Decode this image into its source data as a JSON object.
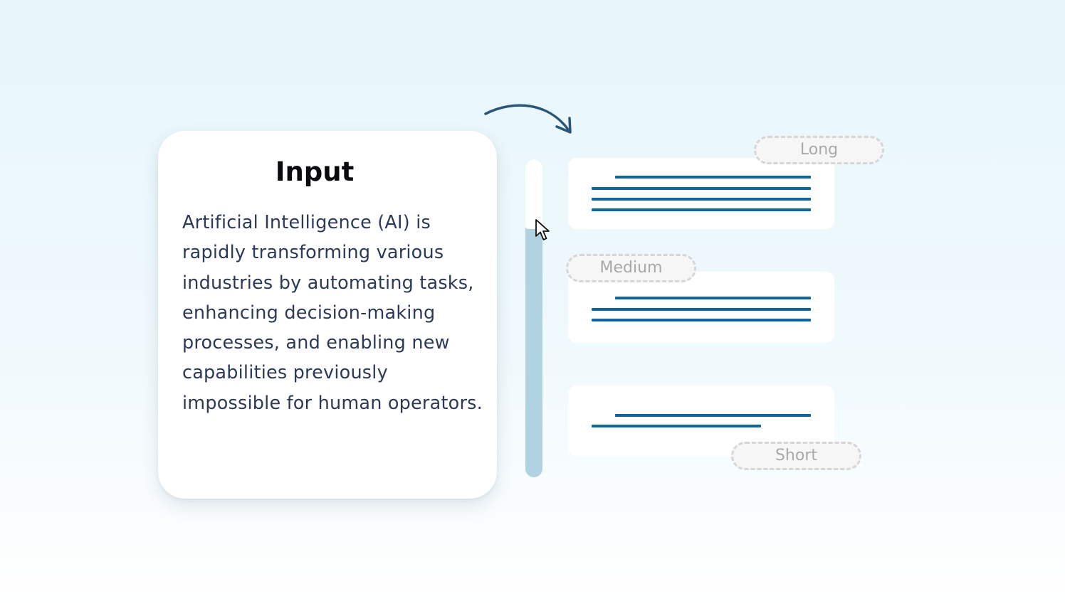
{
  "input": {
    "title": "Input",
    "text": "Artificial Intelligence (AI) is rapidly transforming various industries by automating tasks, enhancing decision-making processes, and enabling new capabilities previously impossible for human operators."
  },
  "slider": {
    "levels": [
      "Long",
      "Medium",
      "Short"
    ]
  },
  "summaries": {
    "long_label": "Long",
    "medium_label": "Medium",
    "short_label": "Short",
    "long_line_count": 4,
    "medium_line_count": 3,
    "short_line_count": 2
  },
  "colors": {
    "text_line": "#0f65a0",
    "arrow": "#2b5577",
    "track": "#b1d3e1",
    "body_text": "#2c3a58",
    "pill_text": "#a9a9a9"
  },
  "icons": {
    "flow": "curved-arrow-icon",
    "pointer": "mouse-cursor-icon"
  }
}
